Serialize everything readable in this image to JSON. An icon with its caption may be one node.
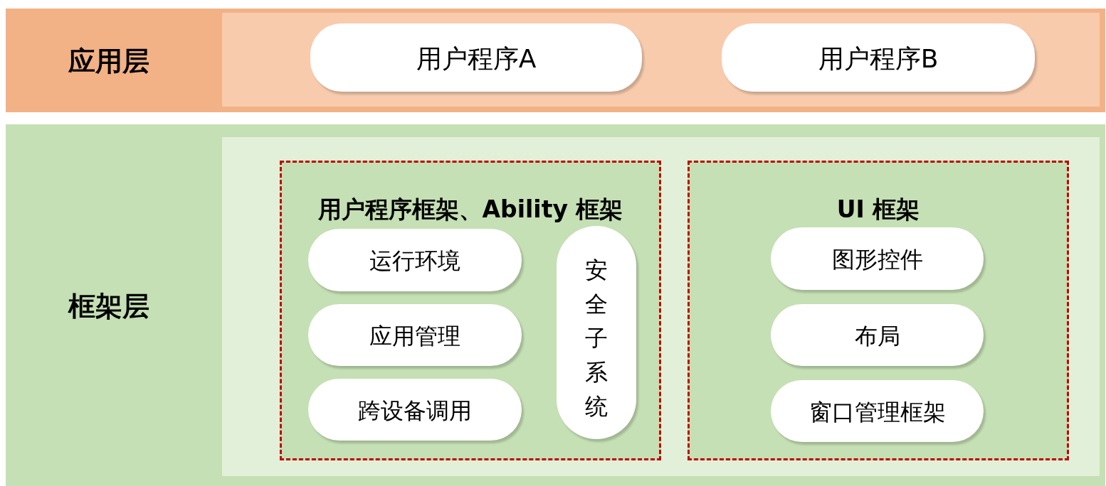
{
  "diagram": {
    "nodes": [
      {
        "text": [
          "应用层"
        ]
      },
      {
        "text": [],
        "shape": "box",
        "in": 0
      },
      {
        "text": [
          "用户程序A"
        ],
        "in": 1
      },
      {
        "text": [
          "用户程序B"
        ],
        "in": 1
      },
      {
        "text": [
          "框架层"
        ]
      },
      {
        "text": [],
        "shape": "box",
        "in": 4
      },
      {
        "text": [
          "用户程序框架、Ability 框架"
        ],
        "in": 5
      },
      {
        "text": [
          "运行环境"
        ],
        "in": 6
      },
      {
        "text": [
          "应用管理"
        ],
        "in": 6
      },
      {
        "text": [
          "跨设备调用"
        ],
        "in": 6
      },
      {
        "text": [
          "安全子系统"
        ],
        "in": 6
      },
      {
        "text": [
          "UI 框架"
        ],
        "in": 5
      },
      {
        "text": [
          "图形控件"
        ],
        "in": 11
      },
      {
        "text": [
          "布局"
        ],
        "in": 11
      },
      {
        "text": [
          "窗口管理框架"
        ],
        "in": 11
      }
    ]
  }
}
